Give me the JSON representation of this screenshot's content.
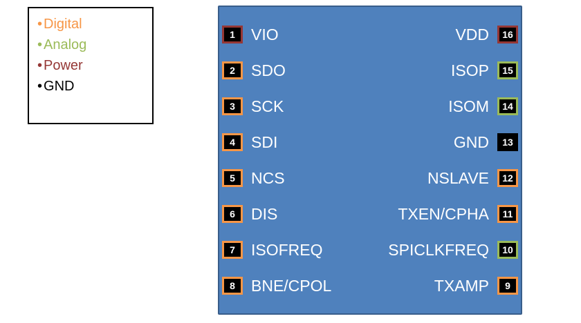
{
  "colors": {
    "digital": "#F79646",
    "analog": "#9BBB59",
    "power": "#953735",
    "gnd": "#000000",
    "chip_body": "#4F81BD",
    "chip_border": "#385D8A"
  },
  "legend": {
    "bullet": "•",
    "items": [
      {
        "label": "Digital",
        "type": "digital",
        "color": "#F79646"
      },
      {
        "label": "Analog",
        "type": "analog",
        "color": "#9BBB59"
      },
      {
        "label": "Power",
        "type": "power",
        "color": "#953735"
      },
      {
        "label": "GND",
        "type": "gnd",
        "color": "#000000"
      }
    ]
  },
  "chip": {
    "left_pins": [
      {
        "number": "1",
        "label": "VIO",
        "type": "power"
      },
      {
        "number": "2",
        "label": "SDO",
        "type": "digital"
      },
      {
        "number": "3",
        "label": "SCK",
        "type": "digital"
      },
      {
        "number": "4",
        "label": "SDI",
        "type": "digital"
      },
      {
        "number": "5",
        "label": "NCS",
        "type": "digital"
      },
      {
        "number": "6",
        "label": "DIS",
        "type": "digital"
      },
      {
        "number": "7",
        "label": "ISOFREQ",
        "type": "digital"
      },
      {
        "number": "8",
        "label": "BNE/CPOL",
        "type": "digital"
      }
    ],
    "right_pins": [
      {
        "number": "16",
        "label": "VDD",
        "type": "power"
      },
      {
        "number": "15",
        "label": "ISOP",
        "type": "analog"
      },
      {
        "number": "14",
        "label": "ISOM",
        "type": "analog"
      },
      {
        "number": "13",
        "label": "GND",
        "type": "gnd"
      },
      {
        "number": "12",
        "label": "NSLAVE",
        "type": "digital"
      },
      {
        "number": "11",
        "label": "TXEN/CPHA",
        "type": "digital"
      },
      {
        "number": "10",
        "label": "SPICLKFREQ",
        "type": "analog"
      },
      {
        "number": "9",
        "label": "TXAMP",
        "type": "digital"
      }
    ]
  }
}
